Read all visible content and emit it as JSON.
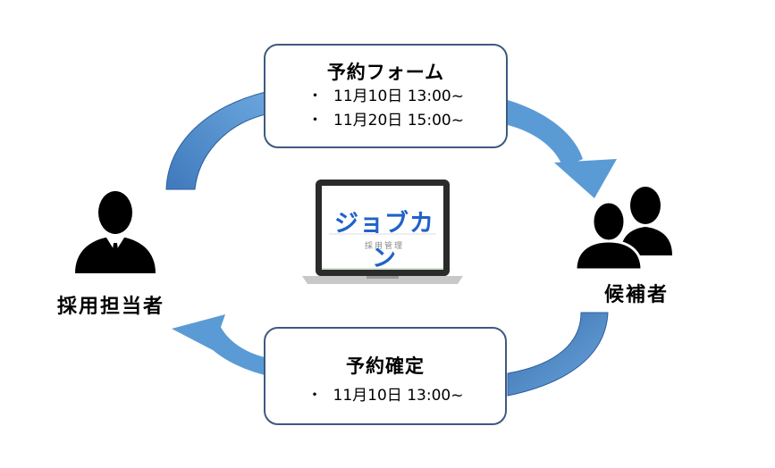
{
  "colors": {
    "arrow": "#5b9bd5",
    "arrow_dark": "#2e5f9e",
    "box_border": "#3d5a80",
    "logo_blue": "#1f62c9"
  },
  "recruiter": {
    "label": "採用担当者",
    "icon": "businessman-icon"
  },
  "candidates": {
    "label": "候補者",
    "icon": "users-group-icon"
  },
  "form_box": {
    "title": "予約フォーム",
    "lines": [
      "11月10日 13:00~",
      "11月20日 15:00~"
    ]
  },
  "confirm_box": {
    "title": "予約確定",
    "lines": [
      "11月10日 13:00~"
    ]
  },
  "laptop": {
    "logo": "ジョブカン",
    "subtitle": "採用管理",
    "icon": "laptop-icon"
  },
  "bullet": "・"
}
